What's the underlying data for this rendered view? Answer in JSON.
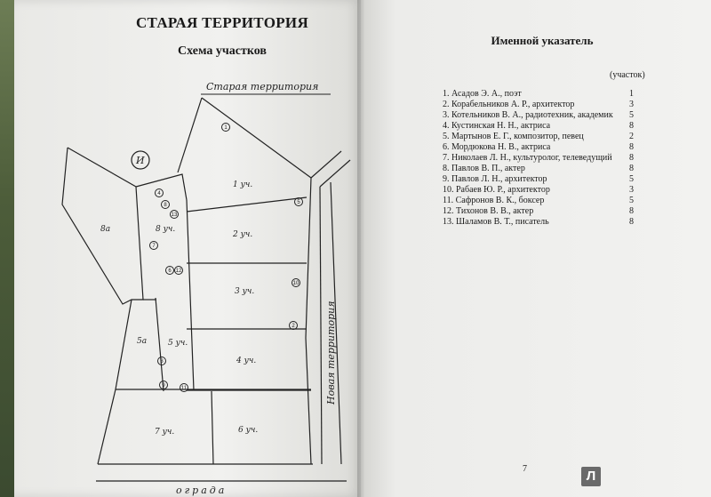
{
  "left_page": {
    "title": "СТАРАЯ ТЕРРИТОРИЯ",
    "subtitle": "Схема участков",
    "plan": {
      "top_label": "Старая территория",
      "right_label": "Новая территория",
      "bottom_label": "ограда",
      "circle_letter": "И",
      "plot_labels": [
        "1 уч.",
        "2 уч.",
        "3 уч.",
        "4 уч.",
        "5 уч.",
        "6 уч.",
        "7 уч.",
        "8 уч.",
        "8а",
        "5а"
      ],
      "markers": [
        "1",
        "2",
        "3",
        "4",
        "5",
        "6",
        "7",
        "8",
        "9",
        "10",
        "11",
        "12",
        "13"
      ]
    }
  },
  "right_page": {
    "title": "Именной указатель",
    "column_header": "(участок)",
    "entries": [
      {
        "text": "1. Асадов Э. А., поэт",
        "plot": "1"
      },
      {
        "text": "2. Корабельников А. Р., архитектор",
        "plot": "3"
      },
      {
        "text": "3. Котельников В. А., радиотехник, академик",
        "plot": "5"
      },
      {
        "text": "4. Кустинская Н. Н., актриса",
        "plot": "8"
      },
      {
        "text": "5. Мартынов Е. Г., композитор, певец",
        "plot": "2"
      },
      {
        "text": "6. Мордюкова Н. В., актриса",
        "plot": "8"
      },
      {
        "text": "7. Николаев Л. Н., культуролог, телеведущий",
        "plot": "8"
      },
      {
        "text": "8. Павлов В. П., актер",
        "plot": "8"
      },
      {
        "text": "9. Павлов Л. Н., архитектор",
        "plot": "5"
      },
      {
        "text": "10. Рабаев Ю. Р., архитектор",
        "plot": "3"
      },
      {
        "text": "11. Сафронов В. К., боксер",
        "plot": "5"
      },
      {
        "text": "12. Тихонов В. В., актер",
        "plot": "8"
      },
      {
        "text": "13. Шаламов В. Т., писатель",
        "plot": "8"
      }
    ],
    "page_number": "7",
    "logo_letter": "Л"
  }
}
